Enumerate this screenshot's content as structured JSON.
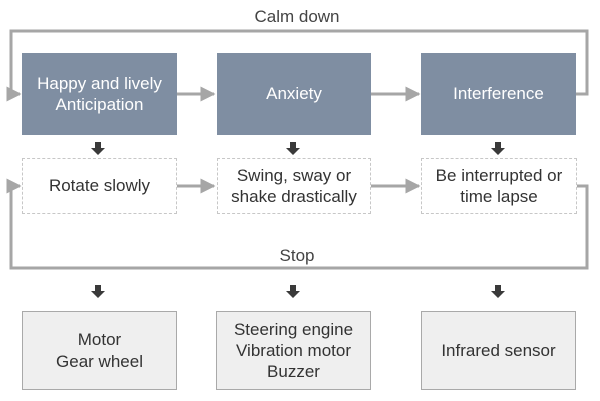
{
  "colors": {
    "state_fill": "#7f8ea2",
    "connector": "#a6a6a6",
    "down_arrow": "#3a3a3a",
    "device_fill": "#efefef"
  },
  "loops": {
    "top_label": "Calm down",
    "bottom_label": "Stop"
  },
  "states": [
    {
      "lines": [
        "Happy and lively",
        "Anticipation"
      ]
    },
    {
      "lines": [
        "Anxiety"
      ]
    },
    {
      "lines": [
        "Interference"
      ]
    }
  ],
  "actions": [
    {
      "lines": [
        "Rotate slowly"
      ]
    },
    {
      "lines": [
        "Swing, sway or",
        "shake drastically"
      ]
    },
    {
      "lines": [
        "Be interrupted or",
        "time lapse"
      ]
    }
  ],
  "devices": [
    {
      "lines": [
        "Motor",
        "Gear wheel"
      ]
    },
    {
      "lines": [
        "Steering engine",
        "Vibration motor",
        "Buzzer"
      ]
    },
    {
      "lines": [
        "Infrared sensor"
      ]
    }
  ]
}
